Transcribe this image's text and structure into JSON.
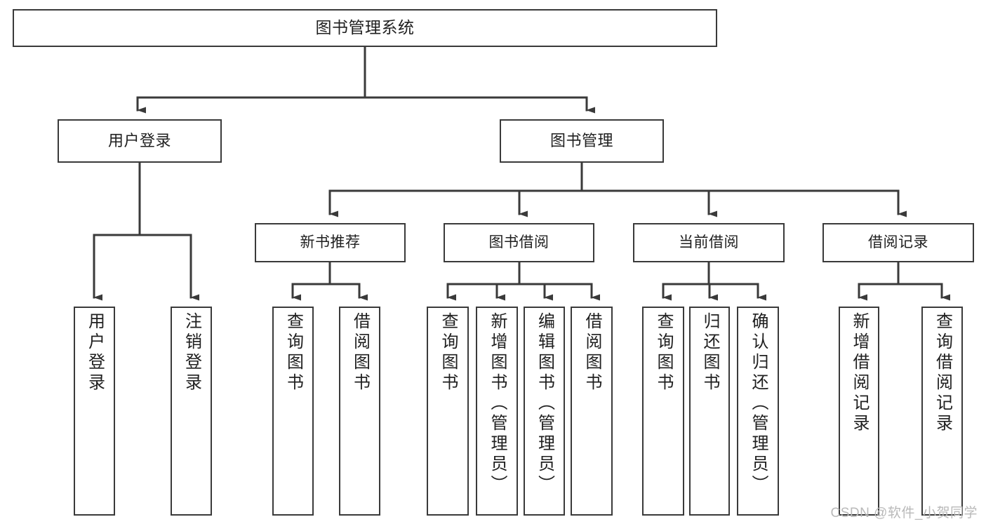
{
  "diagram": {
    "title": "图书管理系统",
    "root": {
      "label": "图书管理系统"
    },
    "level2": [
      {
        "label": "用户登录"
      },
      {
        "label": "图书管理"
      }
    ],
    "level3": [
      {
        "label": "新书推荐"
      },
      {
        "label": "图书借阅"
      },
      {
        "label": "当前借阅"
      },
      {
        "label": "借阅记录"
      }
    ],
    "leaves": [
      {
        "label": "用户登录",
        "parent": "用户登录"
      },
      {
        "label": "注销登录",
        "parent": "用户登录"
      },
      {
        "label": "查询图书",
        "parent": "新书推荐"
      },
      {
        "label": "借阅图书",
        "parent": "新书推荐"
      },
      {
        "label": "查询图书",
        "parent": "图书借阅"
      },
      {
        "label": "新增图书（管理员）",
        "parent": "图书借阅"
      },
      {
        "label": "编辑图书（管理员）",
        "parent": "图书借阅"
      },
      {
        "label": "借阅图书",
        "parent": "图书借阅"
      },
      {
        "label": "查询图书",
        "parent": "当前借阅"
      },
      {
        "label": "归还图书",
        "parent": "当前借阅"
      },
      {
        "label": "确认归还（管理员）",
        "parent": "当前借阅"
      },
      {
        "label": "新增借阅记录",
        "parent": "借阅记录"
      },
      {
        "label": "查询借阅记录",
        "parent": "借阅记录"
      }
    ]
  },
  "watermark": {
    "text": "CSDN @软件_小贺同学"
  },
  "colors": {
    "border": "#3a3a3a",
    "text": "#1f1f1f",
    "background": "#ffffff",
    "watermark": "#b9b9b9"
  }
}
